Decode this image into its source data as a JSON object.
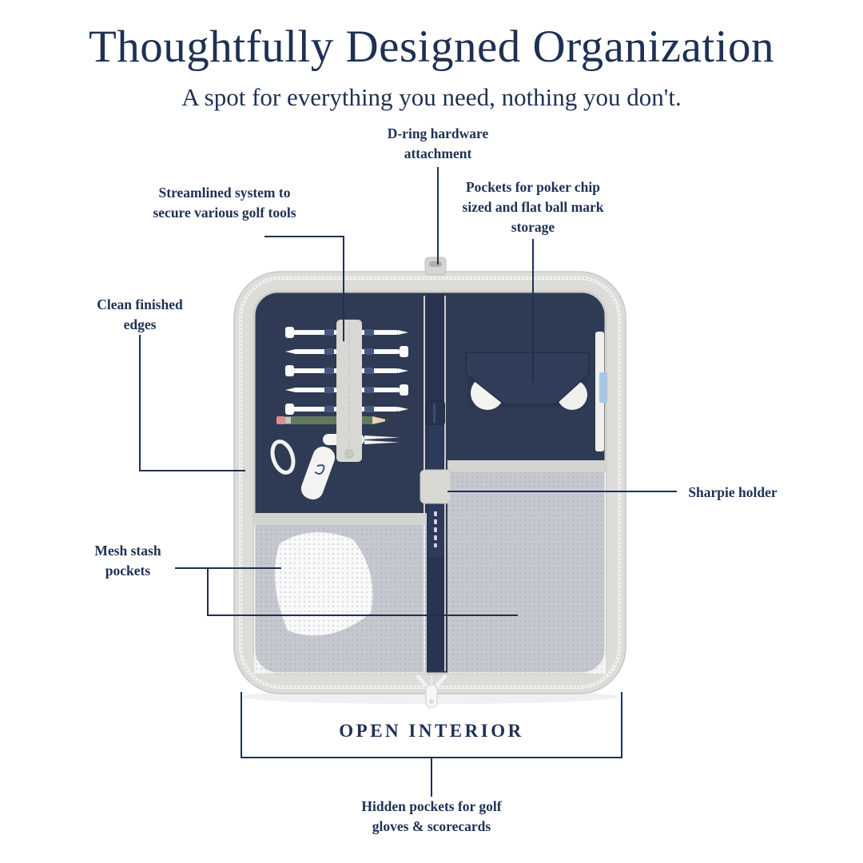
{
  "header": {
    "title": "Thoughtfully Designed Organization",
    "subtitle": "A spot for everything you need, nothing you don't."
  },
  "callouts": {
    "d_ring": "D-ring hardware attachment",
    "streamlined": "Streamlined system to secure various golf tools",
    "poker_pockets": "Pockets for poker chip sized and flat ball mark storage",
    "clean_edges": "Clean finished edges",
    "sharpie_holder": "Sharpie holder",
    "mesh_pockets": "Mesh stash pockets",
    "open_interior": "OPEN INTERIOR",
    "hidden_pockets": "Hidden pockets for golf gloves & scorecards"
  },
  "colors": {
    "text_navy": "#1e3153",
    "callout_line": "#1e3153",
    "case_shell_gray": "#dcdcd9",
    "case_interior_navy": "#2f3b54",
    "mesh_white": "#f2f2f0",
    "accent_blue_tab": "#a6c6e6"
  }
}
